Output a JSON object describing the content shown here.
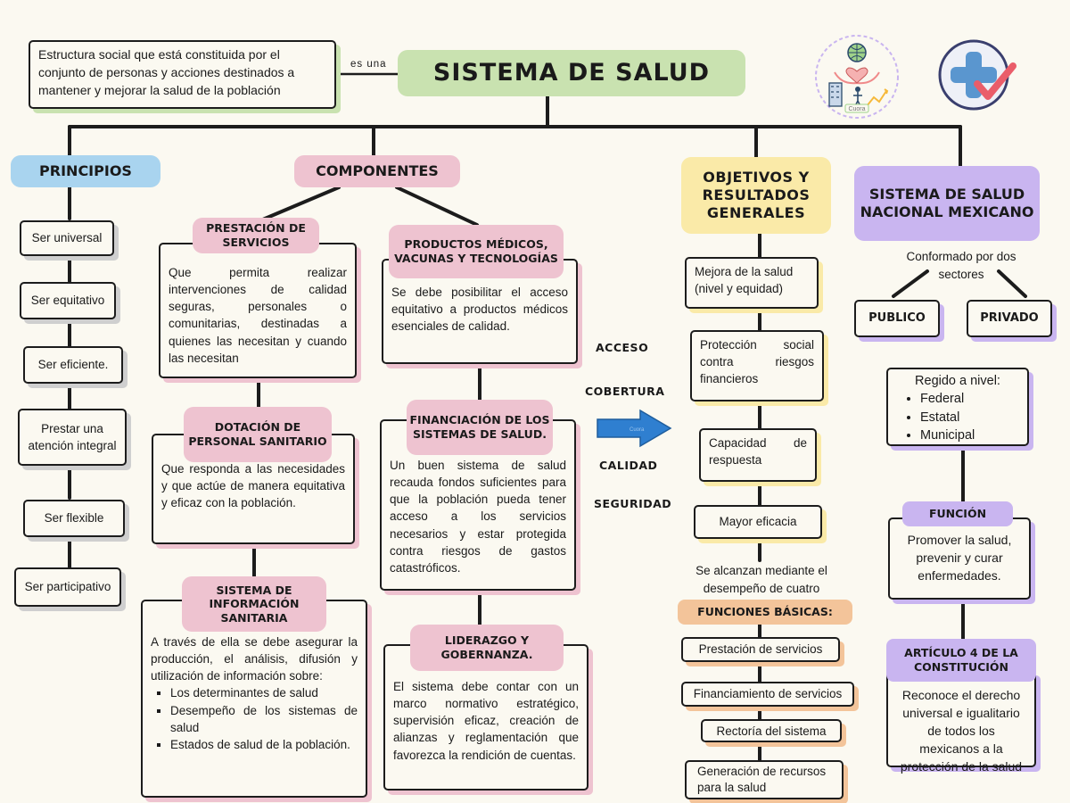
{
  "title": "SISTEMA DE SALUD",
  "definition": "Estructura social que está constituida por el conjunto de personas y acciones destinados a mantener y mejorar la salud de la población",
  "connector_label": "es una",
  "principios": {
    "heading": "PRINCIPIOS",
    "items": [
      "Ser universal",
      "Ser equitativo",
      "Ser eficiente.",
      "Prestar una atención integral",
      "Ser flexible",
      "Ser participativo"
    ]
  },
  "componentes": {
    "heading": "COMPONENTES",
    "prestacion": {
      "title": "PRESTACIÓN DE SERVICIOS",
      "text": "Que permita realizar intervenciones de calidad seguras, personales o comunitarias, destinadas a quienes las necesitan y cuando las necesitan"
    },
    "productos": {
      "title": "PRODUCTOS MÉDICOS, VACUNAS Y TECNOLOGÍAS",
      "text": "Se debe posibilitar el acceso equitativo a productos médicos esenciales de calidad."
    },
    "dotacion": {
      "title": "DOTACIÓN DE PERSONAL SANITARIO",
      "text": "Que responda a las necesidades y que actúe de manera equitativa y eficaz con la población."
    },
    "financiacion": {
      "title": "FINANCIACIÓN DE LOS SISTEMAS DE SALUD.",
      "text": "Un buen sistema de salud recauda fondos suficientes para que la población pueda tener acceso a los servicios necesarios y estar protegida contra riesgos de gastos catastróficos."
    },
    "informacion": {
      "title": "SISTEMA DE INFORMACIÓN SANITARIA",
      "text": "A través de ella se debe asegurar la producción, el análisis, difusión y utilización de información sobre:",
      "bullets": [
        "Los determinantes de salud",
        "Desempeño de los sistemas de salud",
        "Estados de salud de la población."
      ]
    },
    "liderazgo": {
      "title": "LIDERAZGO Y GOBERNANZA.",
      "text": "El sistema debe contar con un marco normativo estratégico, supervisión eficaz, creación de alianzas y reglamentación que favorezca la rendición de cuentas."
    }
  },
  "arrow_words": [
    "ACCESO",
    "COBERTURA",
    "CALIDAD",
    "SEGURIDAD"
  ],
  "arrow_watermark": "Cuora",
  "objetivos": {
    "heading": "OBJETIVOS Y RESULTADOS GENERALES",
    "items": [
      "Mejora de la salud (nivel y equidad)",
      "Protección social contra riesgos financieros",
      "Capacidad de respuesta",
      "Mayor eficacia"
    ],
    "note": "Se alcanzan mediante el desempeño de cuatro",
    "funciones_heading": "FUNCIONES BÁSICAS:",
    "funciones": [
      "Prestación de servicios",
      "Financiamiento de servicios",
      "Rectoría del sistema",
      "Generación de recursos para la salud"
    ]
  },
  "nacional": {
    "heading": "SISTEMA DE SALUD NACIONAL MEXICANO",
    "conformado": "Conformado por dos sectores",
    "publico": "PUBLICO",
    "privado": "PRIVADO",
    "regido_title": "Regido a nivel:",
    "niveles": [
      "Federal",
      "Estatal",
      "Municipal"
    ],
    "funcion_heading": "FUNCIÓN",
    "funcion_text": "Promover la salud, prevenir y curar enfermedades.",
    "articulo_heading": "ARTÍCULO 4 DE LA CONSTITUCIÓN",
    "articulo_text": "Reconoce el derecho universal e igualitario de todos los mexicanos a la protección de la salud"
  },
  "logo_text": "Cuora",
  "colors": {
    "green": "#c9e2b0",
    "blue": "#a9d4ef",
    "pink": "#eec3d0",
    "yellow": "#faeaa8",
    "purple": "#c9b5f0",
    "orange": "#f3c49a",
    "arrow": "#2f7fd0"
  }
}
